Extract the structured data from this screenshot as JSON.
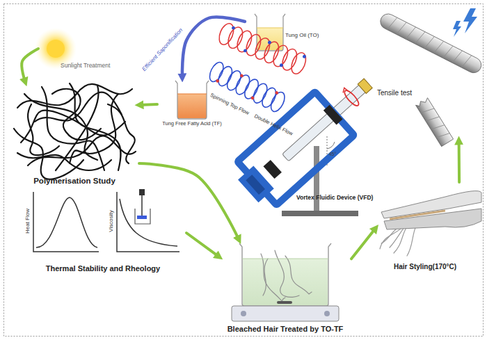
{
  "diagram": {
    "nodes": [
      {
        "text": [
          "Sunlight Treatment"
        ]
      },
      {
        "text": [
          "Tung Oil (TO)"
        ]
      },
      {
        "text": [
          "Tung Free Fatty Acid (TF)"
        ]
      },
      {
        "text": [
          "Polymerisation Study"
        ]
      },
      {
        "text": [
          "Vortex Fluidic Device (VFD)"
        ]
      },
      {
        "text": [
          "Tensile test"
        ]
      },
      {
        "text": [
          "Thermal Stability and Rheology"
        ]
      },
      {
        "text": [
          "Hair Styling(170°C)"
        ]
      },
      {
        "text": [
          "Bleached Hair Treated by TO-TF"
        ]
      }
    ],
    "edges": [
      {
        "from": 1,
        "to": 2,
        "label": "Efficient Saponification",
        "arrow": "to"
      },
      {
        "from": 0,
        "to": 3,
        "arrow": "to"
      },
      {
        "from": 2,
        "to": 3,
        "arrow": "to"
      },
      {
        "from": 3,
        "to": 8,
        "arrow": "to"
      },
      {
        "from": 6,
        "to": 8,
        "arrow": "to"
      },
      {
        "from": 8,
        "to": 7,
        "arrow": "to"
      },
      {
        "from": 7,
        "to": 5,
        "arrow": "to"
      }
    ],
    "labels": [
      "Spinning Top Flow",
      "Double Helix Flow",
      "45°",
      "Heat Flow",
      "Viscosity"
    ]
  }
}
